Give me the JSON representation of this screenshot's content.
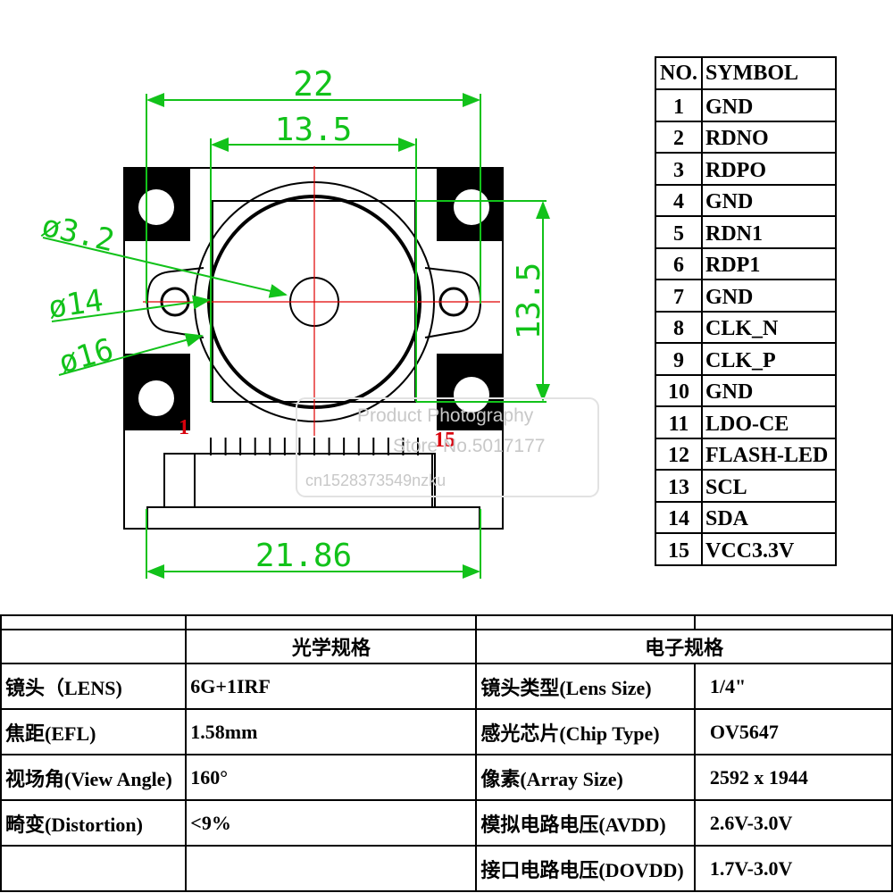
{
  "drawing": {
    "dimensions": {
      "board_width_top": "22",
      "lens_holder_width": "13.5",
      "lens_holder_height": "13.5",
      "board_width_bottom": "21.86",
      "hole_diameter": "ø3.2",
      "lens_diameter_inner": "ø14",
      "lens_diameter_outer": "ø16"
    },
    "pin_labels": {
      "first": "1",
      "last": "15"
    },
    "watermark": {
      "line1": "Product Photography",
      "line2": "Store No.5017177",
      "line3": "cn1528373549nzku"
    },
    "colors": {
      "dimension": "#12c21a",
      "centerline": "#e00000",
      "pin_label": "#d8000c",
      "outline": "#000000"
    }
  },
  "pin_table": {
    "header_no": "NO.",
    "header_symbol": "SYMBOL",
    "rows": [
      {
        "no": "1",
        "symbol": "GND"
      },
      {
        "no": "2",
        "symbol": "RDNO"
      },
      {
        "no": "3",
        "symbol": "RDPO"
      },
      {
        "no": "4",
        "symbol": "GND"
      },
      {
        "no": "5",
        "symbol": "RDN1"
      },
      {
        "no": "6",
        "symbol": "RDP1"
      },
      {
        "no": "7",
        "symbol": "GND"
      },
      {
        "no": "8",
        "symbol": "CLK_N"
      },
      {
        "no": "9",
        "symbol": "CLK_P"
      },
      {
        "no": "10",
        "symbol": "GND"
      },
      {
        "no": "11",
        "symbol": "LDO-CE"
      },
      {
        "no": "12",
        "symbol": "FLASH-LED"
      },
      {
        "no": "13",
        "symbol": "SCL"
      },
      {
        "no": "14",
        "symbol": "SDA"
      },
      {
        "no": "15",
        "symbol": "VCC3.3V"
      }
    ]
  },
  "spec_table": {
    "optical_header": "光学规格",
    "electrical_header": "电子规格",
    "rows": [
      {
        "label1": "镜头（LENS)",
        "value1": "6G+1IRF",
        "label2": "镜头类型(Lens Size)",
        "value2": "1/4\""
      },
      {
        "label1": "焦距(EFL)",
        "value1": "1.58mm",
        "label2": "感光芯片(Chip Type)",
        "value2": "OV5647"
      },
      {
        "label1": "视场角(View Angle)",
        "value1": "160°",
        "label2": "像素(Array Size)",
        "value2": "2592 x 1944"
      },
      {
        "label1": "畸变(Distortion)",
        "value1": "<9%",
        "label2": "模拟电路电压(AVDD)",
        "value2": "2.6V-3.0V"
      },
      {
        "label1": "",
        "value1": "",
        "label2": "接口电路电压(DOVDD)",
        "value2": "1.7V-3.0V"
      }
    ]
  }
}
